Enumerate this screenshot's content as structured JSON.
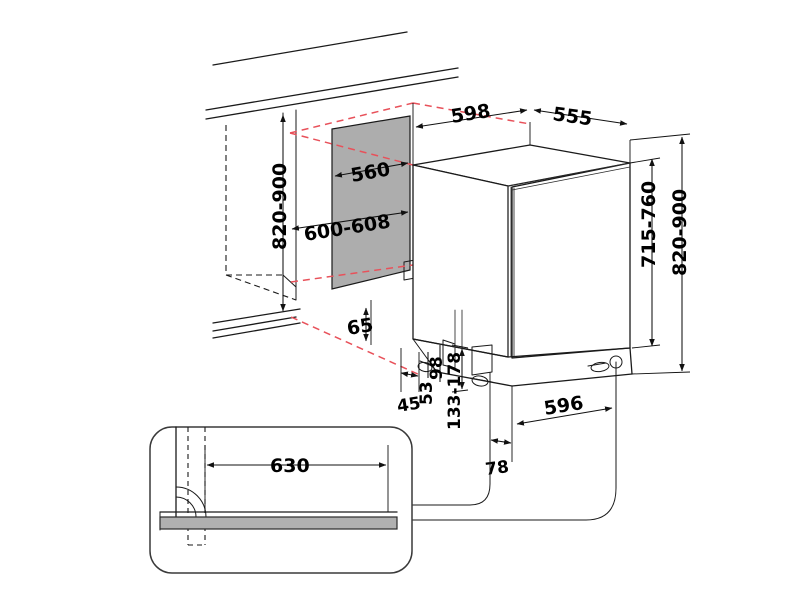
{
  "document": {
    "type": "technical-installation-drawing",
    "subject": "Built-in dishwasher niche installation dimensions",
    "units": "mm",
    "background_color": "#ffffff",
    "line_color": "#1a1a1a",
    "panel_color": "#adadad",
    "accent_red": "#e8515a",
    "bar_color": "#b0b0b0"
  },
  "dimensions": {
    "niche_height_left": "820-900",
    "niche_width_panel": "560",
    "niche_depth_panel": "600-608",
    "appliance_width": "598",
    "appliance_depth": "555",
    "door_height_range": "715-760",
    "niche_height_right": "820-900",
    "plinth_recess": "65",
    "foot_offset": "45",
    "foot_height_a": "53",
    "foot_height_b": "98",
    "plinth_height_range": "133-178",
    "front_offset": "78",
    "base_depth": "596",
    "door_open_clearance": "630"
  },
  "labels": [
    {
      "id": "height-left",
      "text": "820-900",
      "orientation": "vertical"
    },
    {
      "id": "niche-width",
      "text": "560",
      "orientation": "rotated"
    },
    {
      "id": "niche-depth",
      "text": "600-608",
      "orientation": "rotated"
    },
    {
      "id": "appliance-width",
      "text": "598",
      "orientation": "rotated"
    },
    {
      "id": "appliance-depth",
      "text": "555",
      "orientation": "rotated"
    },
    {
      "id": "door-height",
      "text": "715-760",
      "orientation": "vertical"
    },
    {
      "id": "height-right",
      "text": "820-900",
      "orientation": "vertical"
    },
    {
      "id": "plinth-recess",
      "text": "65",
      "orientation": "rotated"
    },
    {
      "id": "foot-offset",
      "text": "45",
      "orientation": "rotated"
    },
    {
      "id": "foot-a",
      "text": "53",
      "orientation": "vertical"
    },
    {
      "id": "foot-b",
      "text": "98",
      "orientation": "vertical"
    },
    {
      "id": "plinth-range",
      "text": "133-178",
      "orientation": "vertical"
    },
    {
      "id": "front-offset",
      "text": "78",
      "orientation": "rotated"
    },
    {
      "id": "base-depth",
      "text": "596",
      "orientation": "rotated"
    },
    {
      "id": "door-clearance",
      "text": "630",
      "orientation": "horizontal"
    }
  ],
  "detail_inset": {
    "title": "",
    "dimension": "630",
    "description": "door swing clearance detail"
  }
}
